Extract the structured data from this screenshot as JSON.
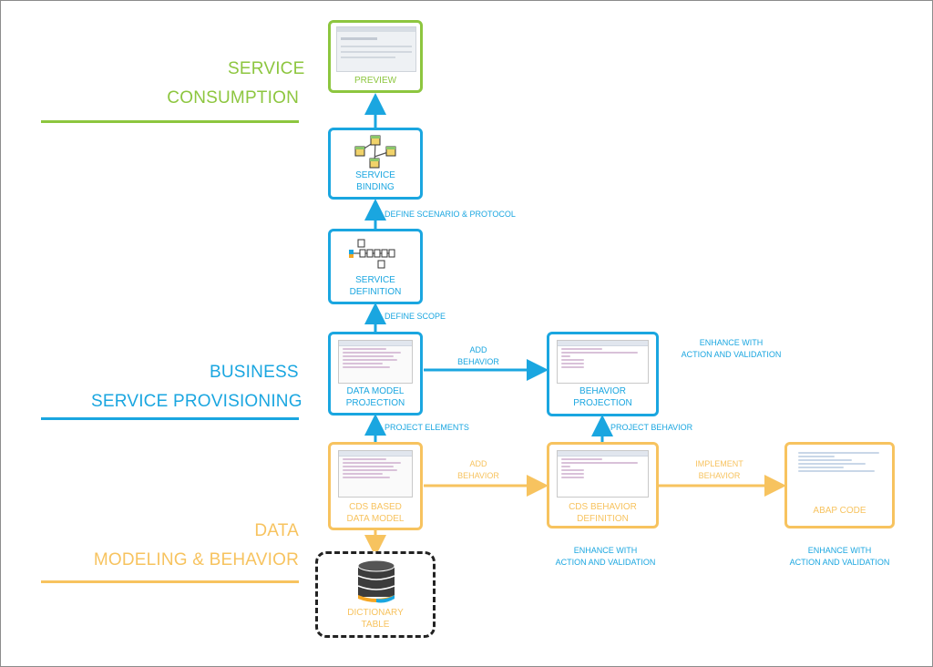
{
  "layers": {
    "consumption": {
      "line1": "SERVICE",
      "line2": "CONSUMPTION"
    },
    "provisioning": {
      "line1": "BUSINESS",
      "line2": "SERVICE PROVISIONING"
    },
    "modeling": {
      "line1": "DATA",
      "line2": "MODELING &  BEHAVIOR"
    }
  },
  "boxes": {
    "preview": "PREVIEW",
    "service_binding": "SERVICE\nBINDING",
    "service_definition": "SERVICE\nDEFINITION",
    "data_model_projection": "DATA MODEL\nPROJECTION",
    "behavior_projection": "BEHAVIOR\nPROJECTION",
    "cds_data_model": "CDS BASED\nDATA MODEL",
    "cds_behavior_definition": "CDS BEHAVIOR\nDEFINITION",
    "abap_code": "ABAP CODE",
    "dictionary_table": "DICTIONARY\nTABLE"
  },
  "edges": {
    "define_scenario": "DEFINE SCENARIO & PROTOCOL",
    "define_scope": "DEFINE SCOPE",
    "project_elements": "PROJECT ELEMENTS",
    "project_behavior": "PROJECT BEHAVIOR",
    "add_behavior_blue": "ADD\nBEHAVIOR",
    "add_behavior_yellow": "ADD\nBEHAVIOR",
    "implement_behavior": "IMPLEMENT\nBEHAVIOR",
    "enhance_top": "ENHANCE WITH\nACTION AND VALIDATION",
    "enhance_bottom_mid": "ENHANCE WITH\nACTION AND VALIDATION",
    "enhance_bottom_right": "ENHANCE WITH\nACTION AND VALIDATION"
  },
  "colors": {
    "consumption": "#8dc63f",
    "provisioning": "#1aa6e0",
    "modeling": "#f7c35f",
    "dictionary": "#222222"
  },
  "icons": {
    "service_binding": "network-cubes-icon",
    "service_definition": "service-definition-icon",
    "dictionary_table": "database-icon"
  }
}
